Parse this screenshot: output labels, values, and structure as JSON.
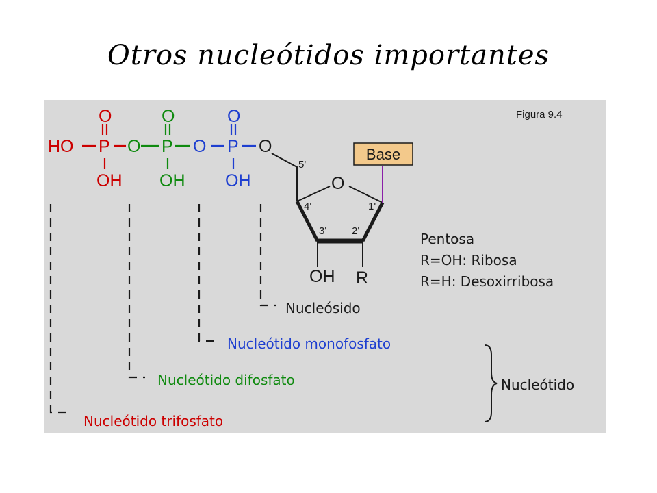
{
  "slide": {
    "title": "Otros nucleótidos importantes"
  },
  "figure": {
    "caption": "Figura 9.4",
    "colors": {
      "red": "#cc0000",
      "green": "#0f8a0f",
      "blue": "#1e3fd0",
      "purple": "#8a1fa8",
      "base_box": "#f3c98b"
    },
    "phosphates": {
      "ho": "HO",
      "p": "P",
      "o": "O",
      "oh": "OH"
    },
    "sugar": {
      "ring_o": "O",
      "c5": "5'",
      "c4": "4'",
      "c1": "1'",
      "c3": "3'",
      "c2": "2'",
      "oh3": "OH",
      "r": "R",
      "base": "Base"
    },
    "pentose_info": [
      "Pentosa",
      "R=OH: Ribosa",
      "R=H: Desoxirribosa"
    ],
    "labels": {
      "nucleoside": "Nucleósido",
      "monophosphate": "Nucleótido monofosfato",
      "diphosphate": "Nucleótido difosfato",
      "triphosphate": "Nucleótido trifosfato",
      "nucleotide_group": "Nucleótido"
    }
  }
}
